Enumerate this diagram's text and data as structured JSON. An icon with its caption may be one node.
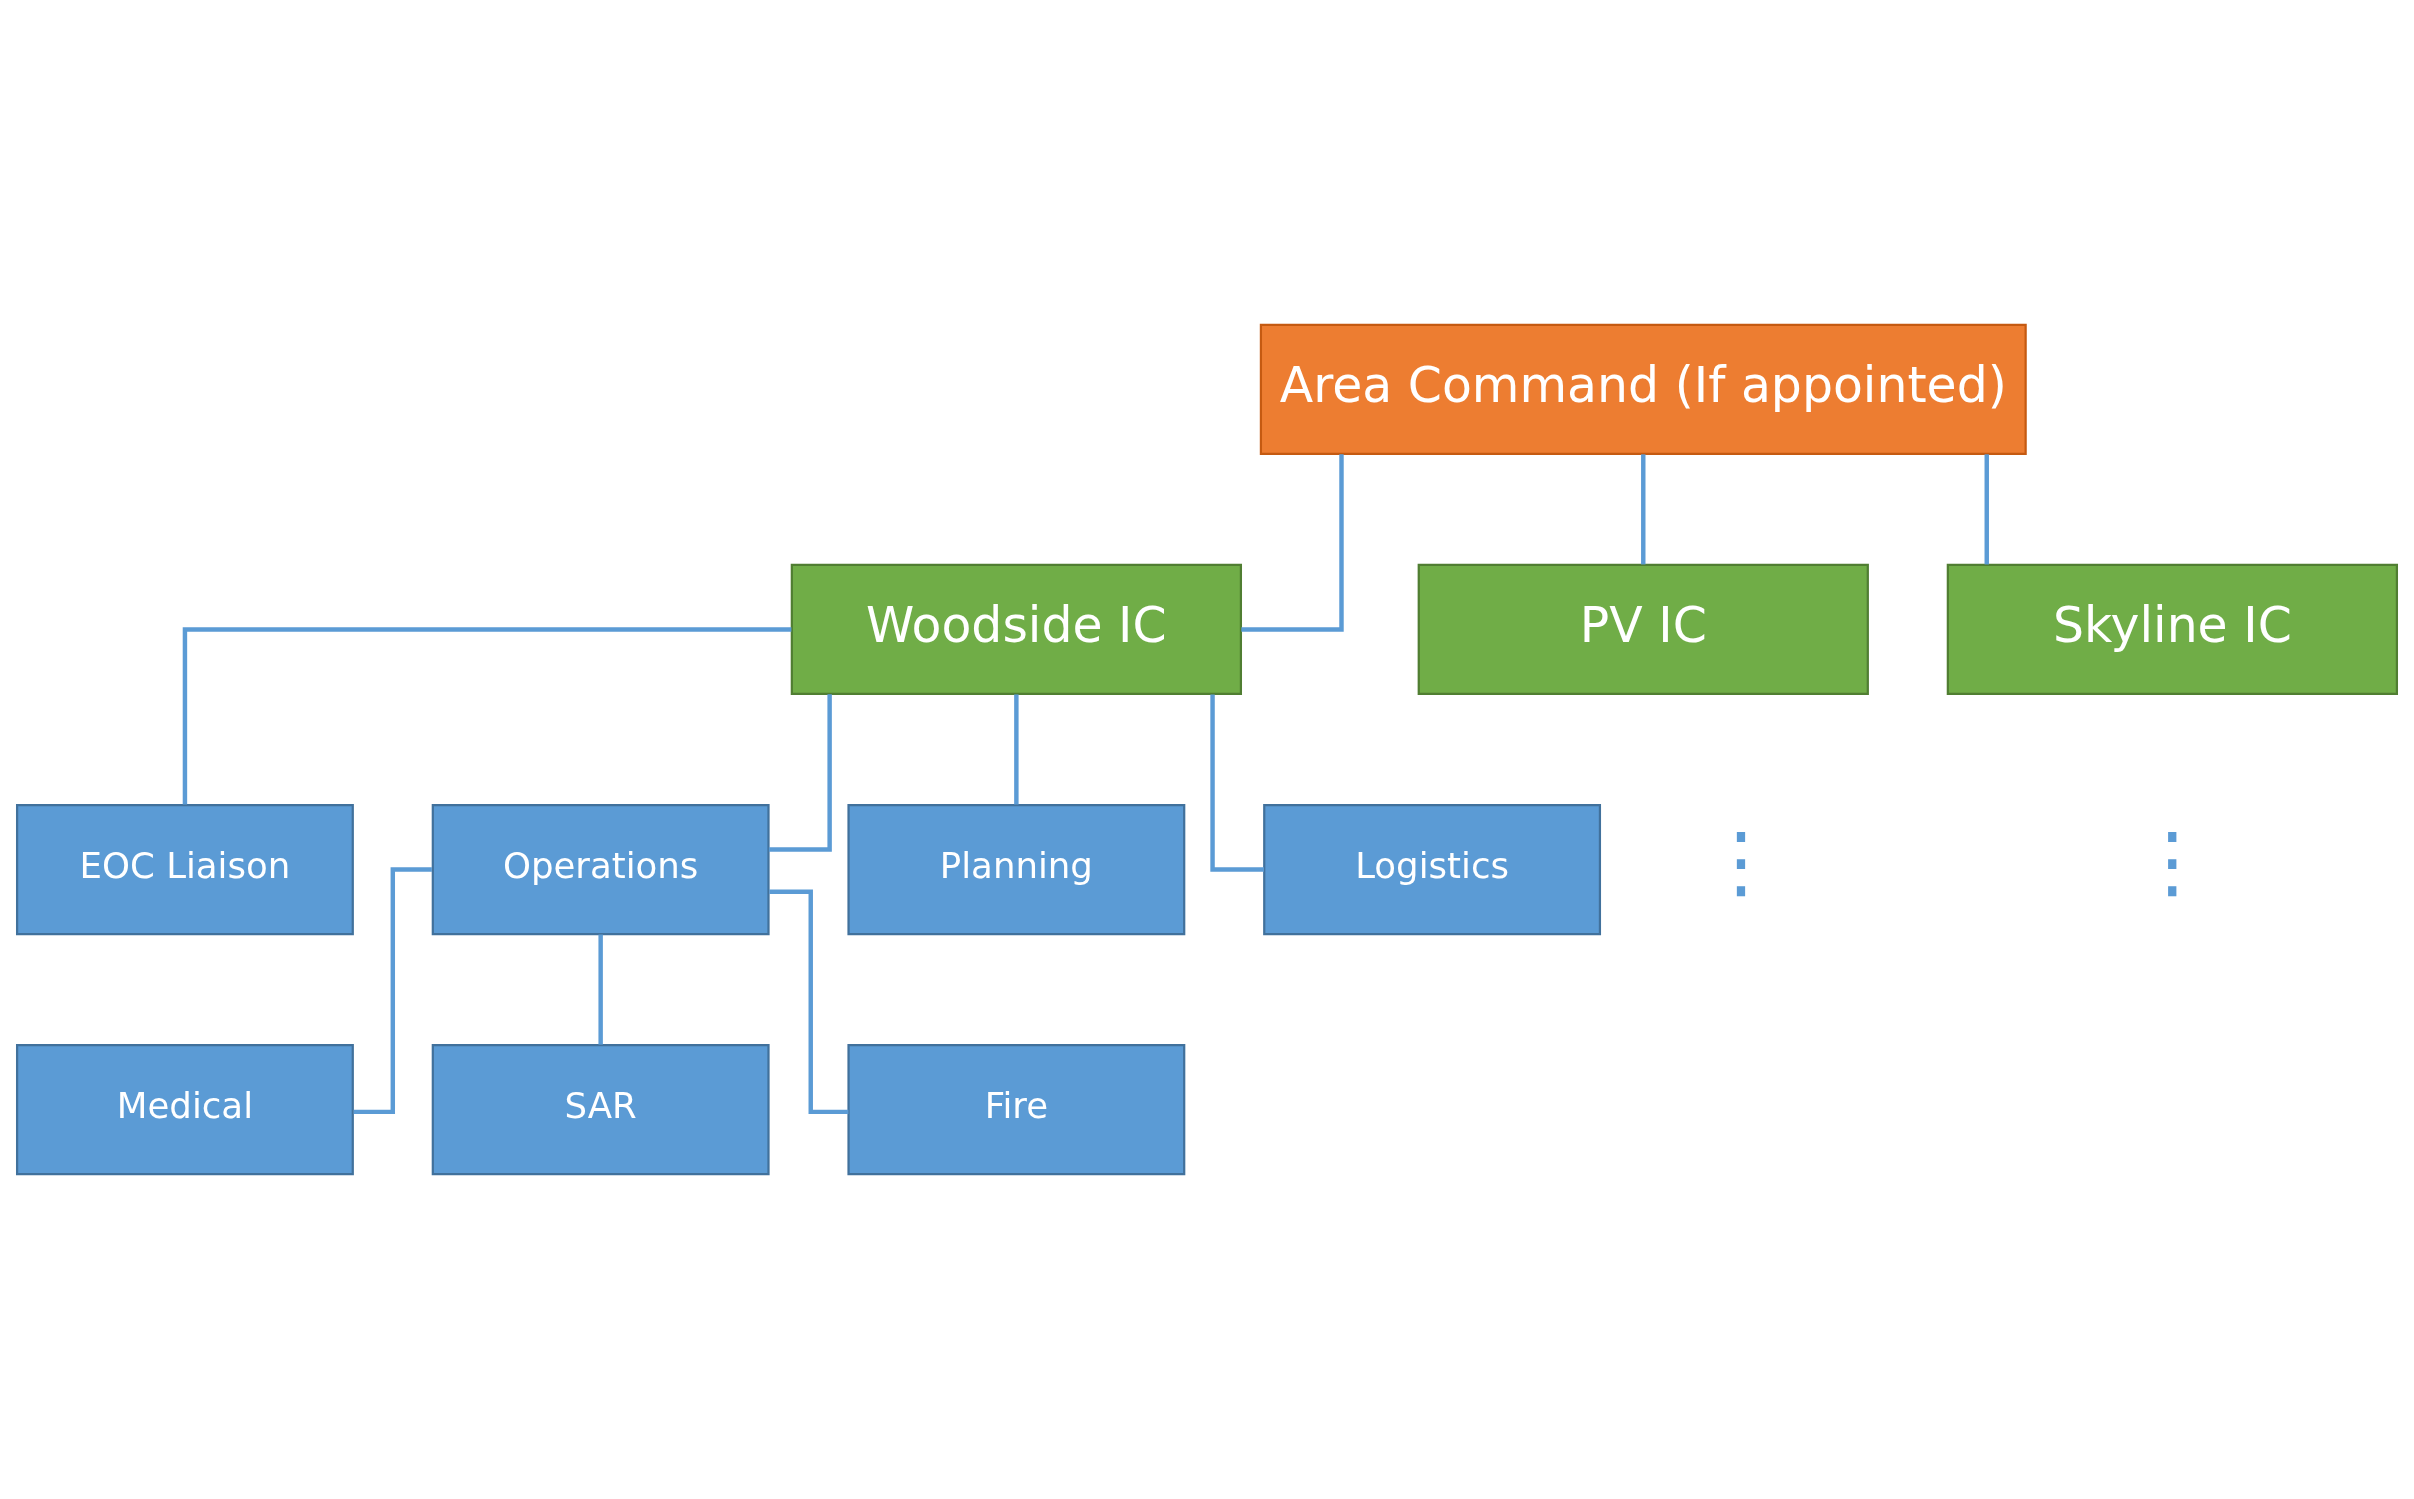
{
  "diagram": {
    "nodes": [
      {
        "text": [
          "Area Command (If appointed)"
        ]
      },
      {
        "text": [
          "Woodside IC"
        ]
      },
      {
        "text": [
          "PV IC"
        ]
      },
      {
        "text": [
          "Skyline IC"
        ]
      },
      {
        "text": [
          "EOC Liaison"
        ]
      },
      {
        "text": [
          "Operations"
        ]
      },
      {
        "text": [
          "Planning"
        ]
      },
      {
        "text": [
          "Logistics"
        ]
      },
      {
        "text": [
          "Medical"
        ]
      },
      {
        "text": [
          "SAR"
        ]
      },
      {
        "text": [
          "Fire"
        ]
      }
    ],
    "edges": [
      {
        "from": 0,
        "to": 1,
        "arrow": "none"
      },
      {
        "from": 0,
        "to": 2,
        "arrow": "none"
      },
      {
        "from": 0,
        "to": 3,
        "arrow": "none"
      },
      {
        "from": 1,
        "to": 4,
        "arrow": "none"
      },
      {
        "from": 1,
        "to": 5,
        "arrow": "none"
      },
      {
        "from": 1,
        "to": 6,
        "arrow": "none"
      },
      {
        "from": 1,
        "to": 7,
        "arrow": "none"
      },
      {
        "from": 5,
        "to": 8,
        "arrow": "none"
      },
      {
        "from": 5,
        "to": 9,
        "arrow": "none"
      },
      {
        "from": 5,
        "to": 10,
        "arrow": "none"
      }
    ],
    "labels": [
      "⋮",
      "⋮"
    ]
  }
}
